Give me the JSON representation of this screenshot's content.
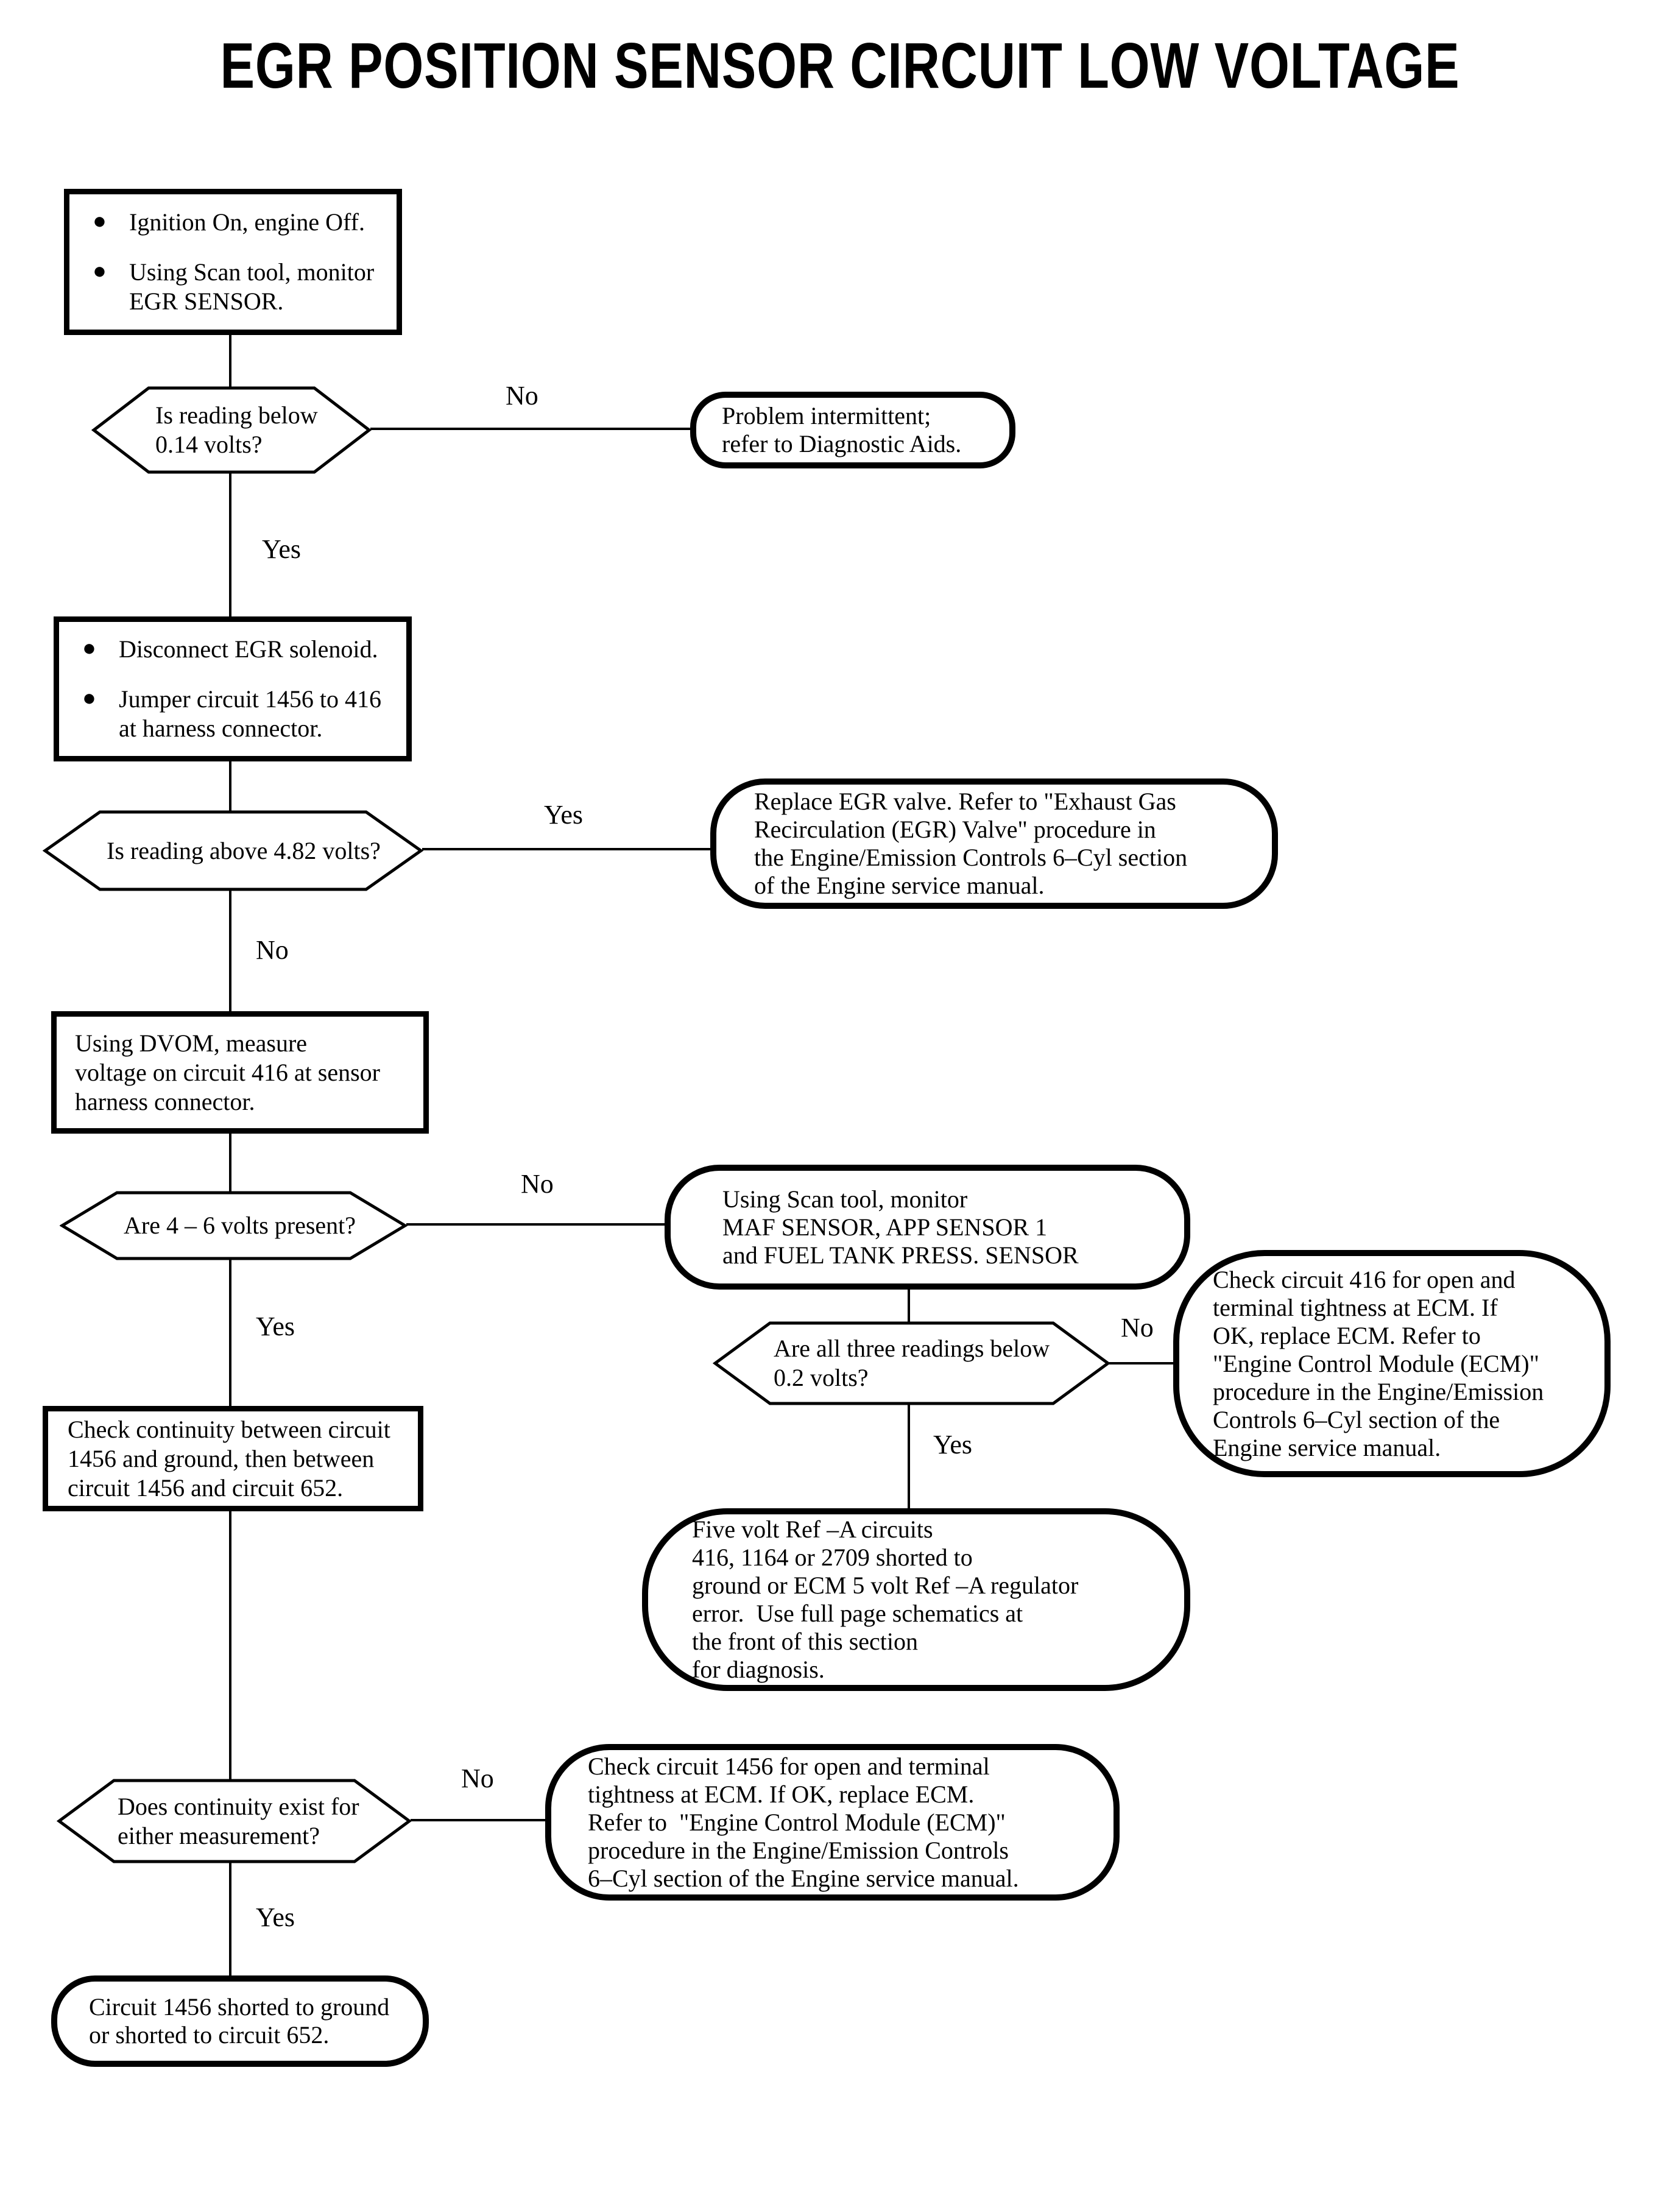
{
  "title": "EGR POSITION SENSOR CIRCUIT LOW VOLTAGE",
  "labels": {
    "yes": "Yes",
    "no": "No"
  },
  "colors": {
    "ink": "#000000",
    "paper": "#ffffff"
  },
  "nodes": {
    "start": {
      "bullets": [
        "Ignition On, engine Off.",
        "Using Scan tool, monitor\nEGR SENSOR."
      ]
    },
    "d1": {
      "text": "Is reading below\n0.14 volts?"
    },
    "t1": {
      "text": "Problem intermittent;\nrefer to Diagnostic Aids."
    },
    "p2": {
      "bullets": [
        "Disconnect EGR solenoid.",
        "Jumper circuit 1456 to 416\nat harness connector."
      ]
    },
    "d2": {
      "text": "Is reading above 4.82 volts?"
    },
    "t2": {
      "text": "Replace EGR valve. Refer to \"Exhaust Gas\nRecirculation (EGR) Valve\" procedure in\nthe Engine/Emission Controls 6–Cyl section\nof the Engine service manual."
    },
    "p3": {
      "text": "Using DVOM, measure\nvoltage on circuit 416 at sensor\nharness connector."
    },
    "d3": {
      "text": "Are 4 – 6 volts present?"
    },
    "t3": {
      "text": "Using Scan tool, monitor\nMAF SENSOR, APP SENSOR 1\nand FUEL TANK PRESS. SENSOR"
    },
    "d4": {
      "text": "Are all three readings below\n0.2 volts?"
    },
    "t4": {
      "text": "Check circuit 416 for open and\nterminal tightness at ECM. If\nOK, replace ECM. Refer to\n\"Engine Control Module (ECM)\"\nprocedure in the Engine/Emission\nControls 6–Cyl section of the\nEngine service manual."
    },
    "t5": {
      "text": "Five volt Ref –A circuits\n416, 1164 or 2709 shorted to\nground or ECM 5 volt Ref –A regulator\nerror.  Use full page schematics at\nthe front of this section\nfor diagnosis."
    },
    "p4": {
      "text": "Check continuity between circuit\n1456 and ground, then between\ncircuit 1456 and circuit 652."
    },
    "d5": {
      "text": "Does continuity exist for\neither measurement?"
    },
    "t6": {
      "text": "Check circuit 1456 for open and terminal\ntightness at ECM. If OK, replace ECM.\nRefer to  \"Engine Control Module (ECM)\"\nprocedure in the Engine/Emission Controls\n6–Cyl section of the Engine service manual."
    },
    "t7": {
      "text": "Circuit 1456 shorted to ground\nor shorted to circuit 652."
    }
  }
}
